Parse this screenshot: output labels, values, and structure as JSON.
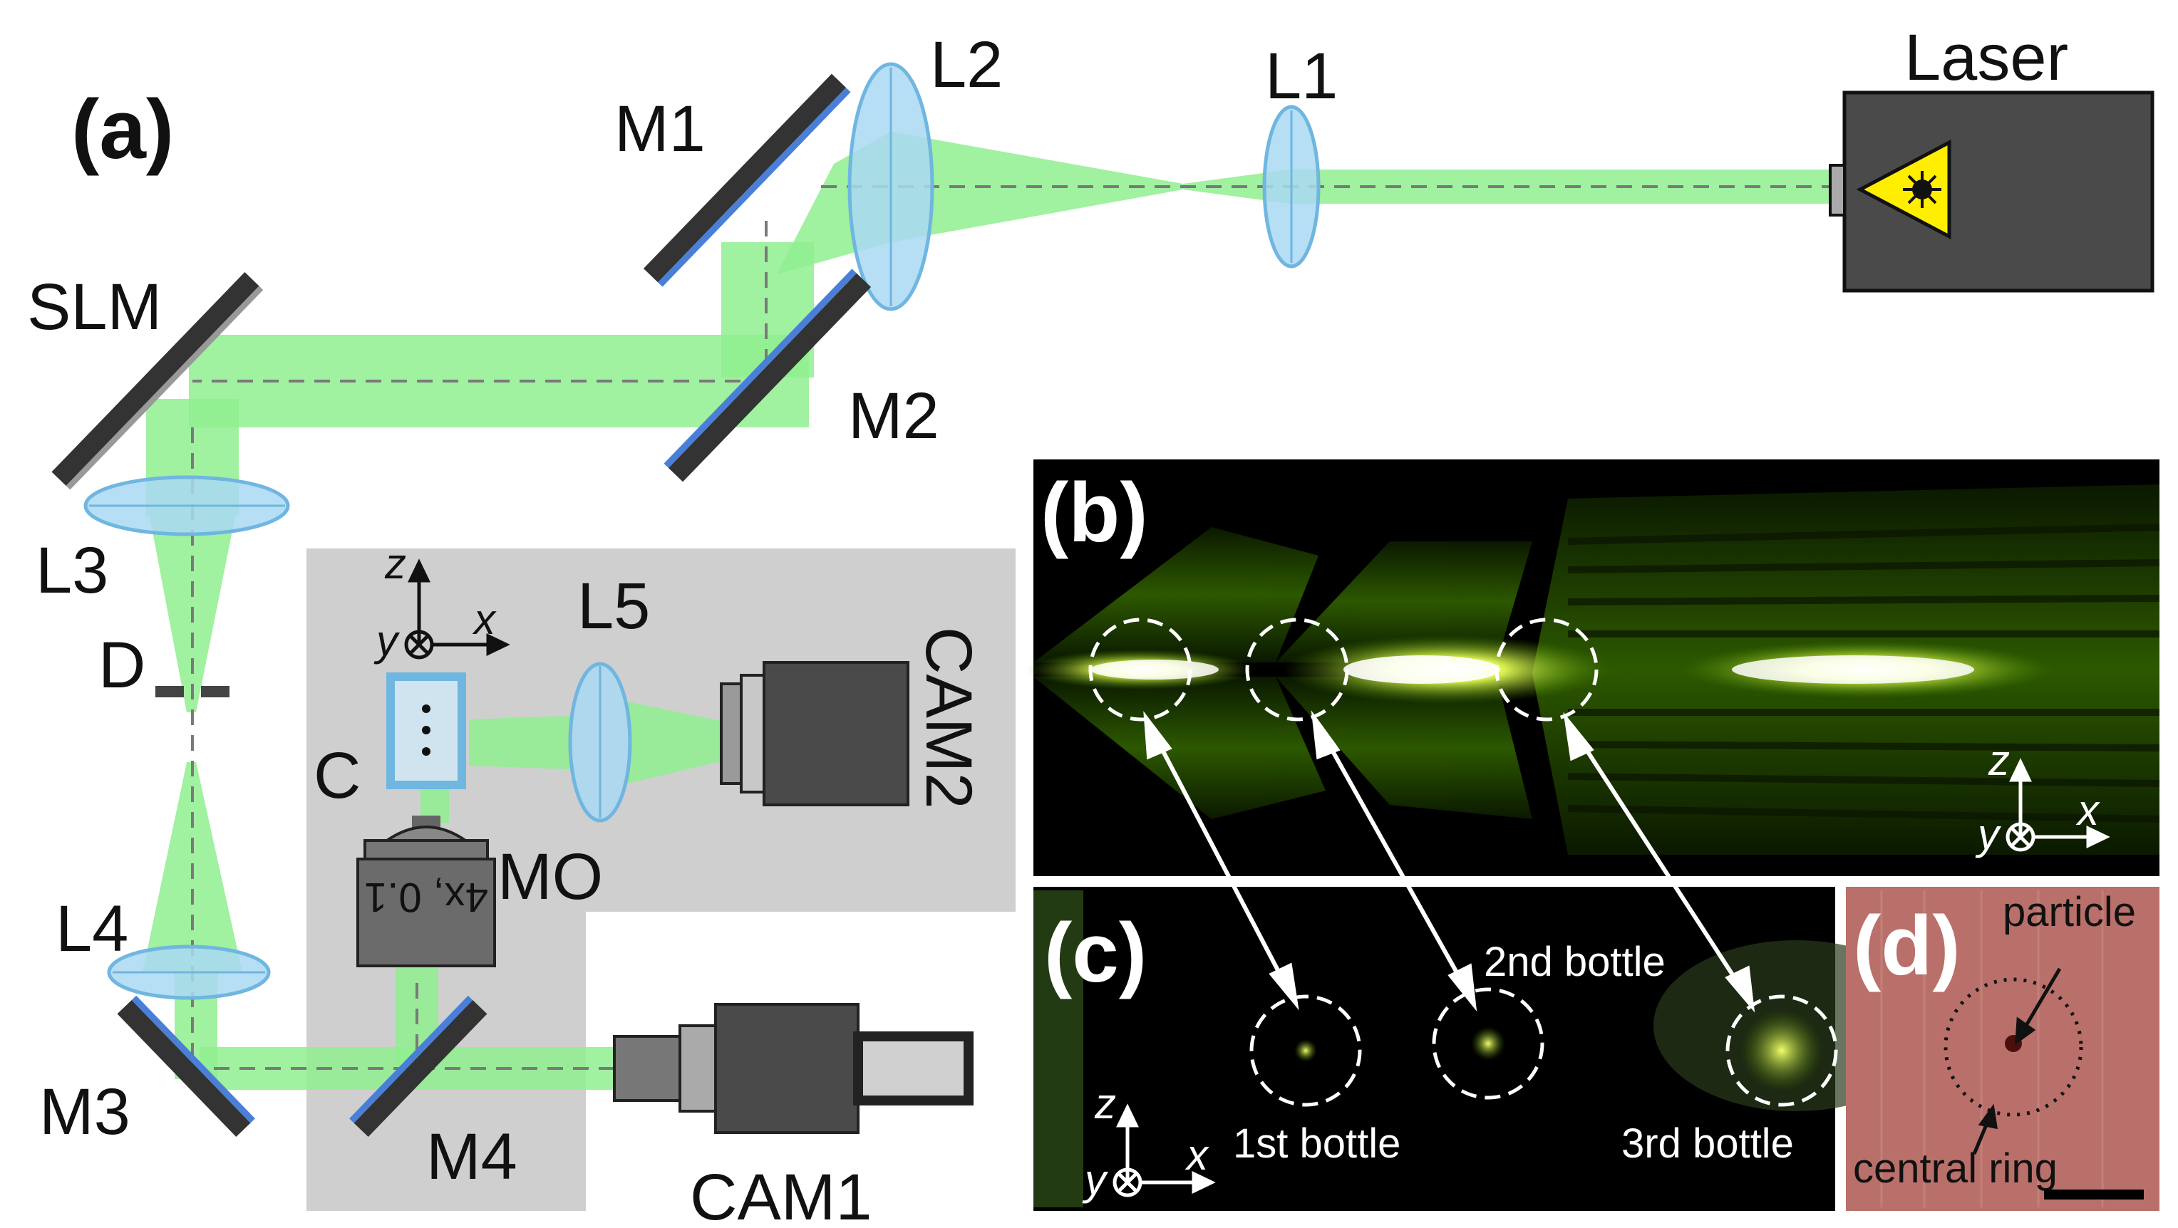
{
  "panels": {
    "a": "(a)",
    "b": "(b)",
    "c": "(c)",
    "d": "(d)"
  },
  "components": {
    "laser": "Laser",
    "l1": "L1",
    "l2": "L2",
    "l3": "L3",
    "l4": "L4",
    "l5": "L5",
    "m1": "M1",
    "m2": "M2",
    "m3": "M3",
    "m4": "M4",
    "slm": "SLM",
    "d": "D",
    "c": "C",
    "mo": "MO",
    "cam1": "CAM1",
    "cam2": "CAM2",
    "mo_spec": "4x, 0.1"
  },
  "axes": {
    "z": "z",
    "y": "y",
    "x": "x"
  },
  "annotations": {
    "bottle1": "1st bottle",
    "bottle2": "2nd bottle",
    "bottle3": "3rd bottle",
    "particle": "particle",
    "central_ring": "central ring"
  },
  "colors": {
    "beam": "#8fee8f",
    "lens": "#a9d8f2",
    "lens_edge": "#6fb6e0",
    "mirror_body": "#333333",
    "mirror_coat": "#4a7fd8",
    "enclosure": "#cfcfcf",
    "panel_bg": "#000000",
    "glow": "#d8ff3a",
    "particle_bg": "#b9706a"
  },
  "icons": {
    "laser_warning": "laser-hazard-triangle-icon"
  }
}
